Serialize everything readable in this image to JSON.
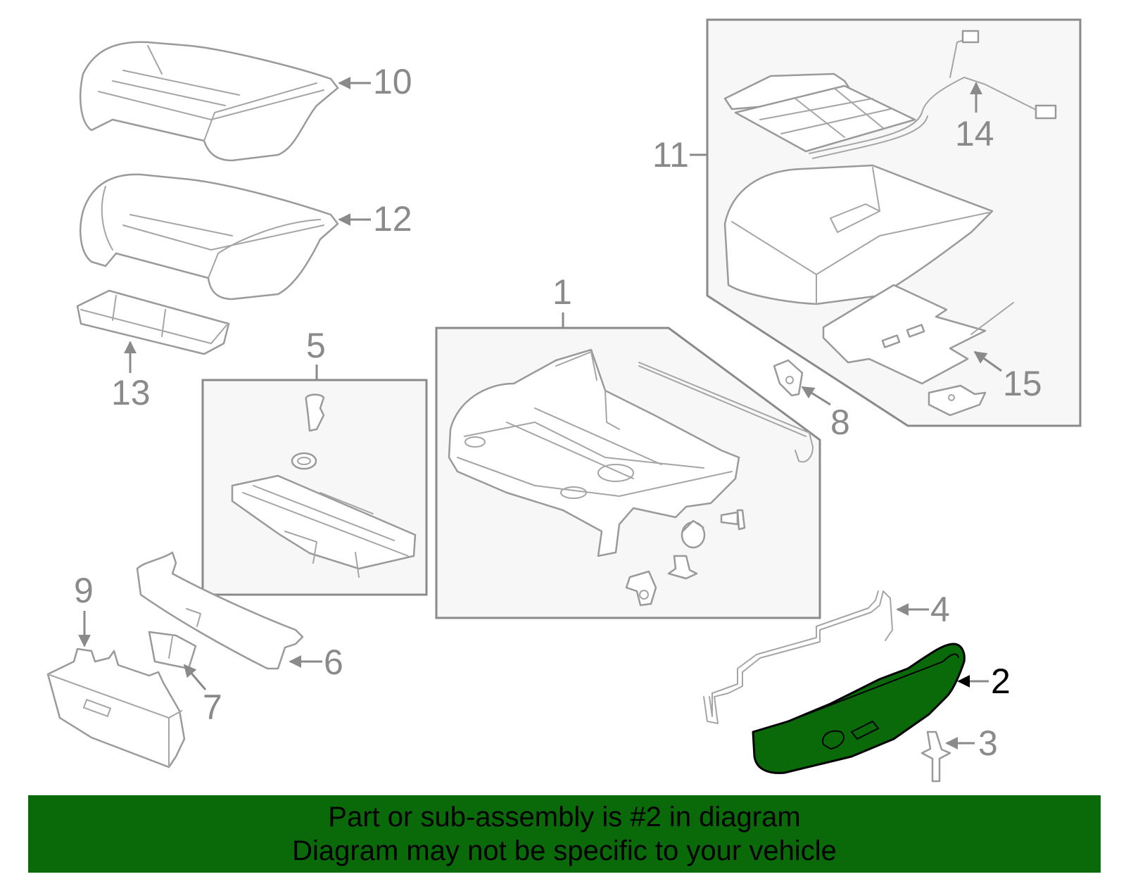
{
  "colors": {
    "highlight": "#0a6a0a",
    "banner_bg": "#0a6a0a",
    "line": "#8a8a8a"
  },
  "callouts": {
    "c1": "1",
    "c2": "2",
    "c3": "3",
    "c4": "4",
    "c5": "5",
    "c6": "6",
    "c7": "7",
    "c8": "8",
    "c9": "9",
    "c10": "10",
    "c11": "11",
    "c12": "12",
    "c13": "13",
    "c14": "14",
    "c15": "15"
  },
  "banner": {
    "line1": "Part or sub-assembly is #2 in diagram",
    "line2": "Diagram may not be specific to your vehicle"
  }
}
